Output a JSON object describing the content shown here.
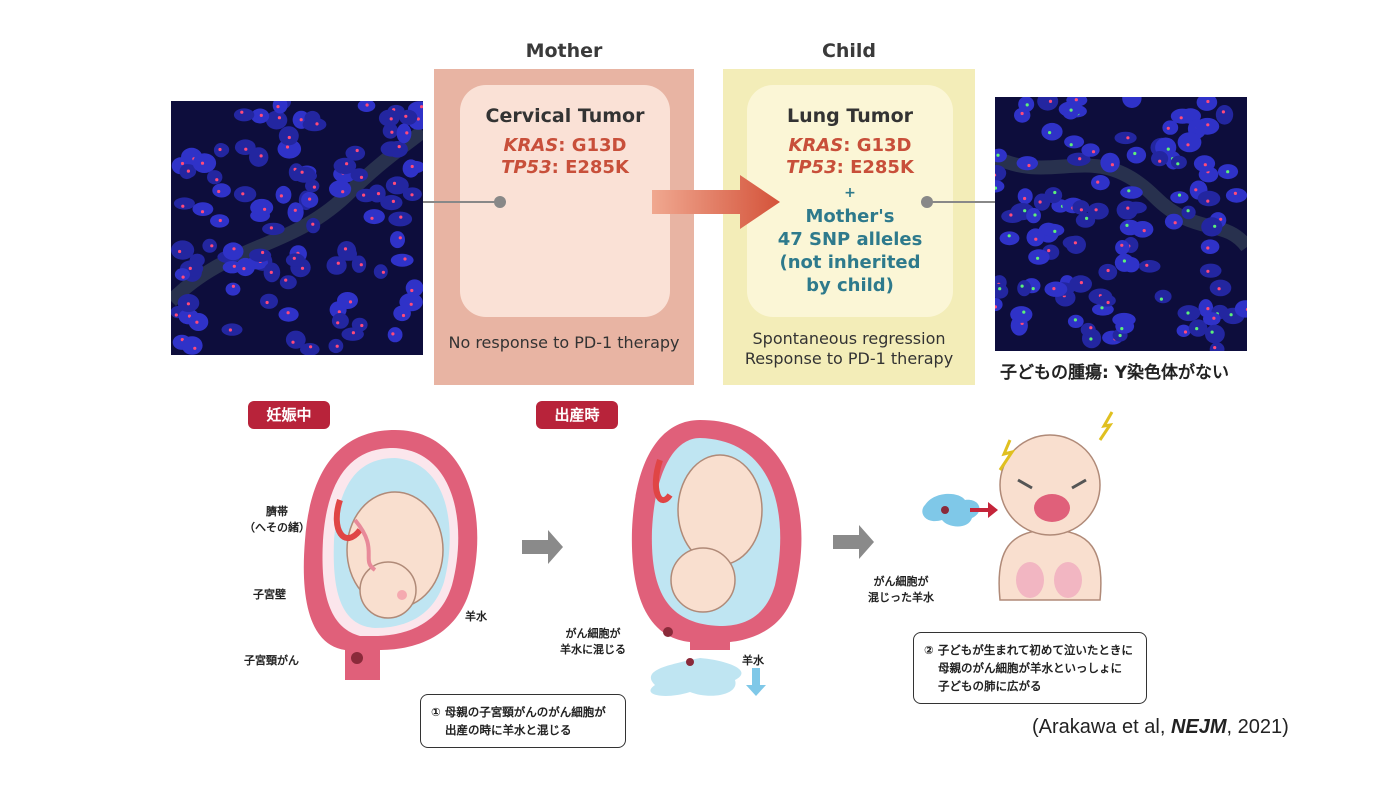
{
  "headers": {
    "mother": "Mother",
    "child": "Child"
  },
  "mother_panel": {
    "title": "Cervical Tumor",
    "mutations": [
      {
        "gene": "KRAS",
        "variant": "G13D"
      },
      {
        "gene": "TP53",
        "variant": "E285K"
      }
    ],
    "note": "No response to PD-1 therapy"
  },
  "child_panel": {
    "title": "Lung Tumor",
    "mutations": [
      {
        "gene": "KRAS",
        "variant": "G13D"
      },
      {
        "gene": "TP53",
        "variant": "E285K"
      }
    ],
    "plus": "+",
    "extra_lines": [
      "Mother's",
      "47 SNP alleles",
      "(not inherited",
      "by child)"
    ],
    "note_lines": [
      "Spontaneous regression",
      "Response to PD-1 therapy"
    ]
  },
  "micro_caption": "子どもの腫瘍: Y染色体がない",
  "stages": {
    "pregnancy": "妊娠中",
    "birth": "出産時"
  },
  "labels": {
    "umbilical_cord": [
      "臍帯",
      "（へその緒）"
    ],
    "uterine_wall": "子宮壁",
    "amniotic_fluid": "羊水",
    "cervical_cancer": "子宮頸がん",
    "cells_mix": [
      "がん細胞が",
      "羊水に混じる"
    ],
    "amniotic_fluid_2": "羊水",
    "cells_mixed_fluid": [
      "がん細胞が",
      "混じった羊水"
    ]
  },
  "callouts": {
    "step1": [
      "① 母親の子宮頸がんのがん細胞が",
      "出産の時に羊水と混じる"
    ],
    "step2": [
      "② 子どもが生まれて初めて泣いたときに",
      "母親のがん細胞が羊水といっしょに",
      "子どもの肺に広がる"
    ]
  },
  "citation": {
    "prefix": "(Arakawa et al, ",
    "journal": "NEJM",
    "suffix": ", 2021)"
  },
  "colors": {
    "mother_outer": "#e8b4a3",
    "mother_inner": "#fae1d6",
    "child_outer": "#f3edb8",
    "child_inner": "#fbf6d6",
    "accent_red": "#b8233a",
    "mutation_red": "#c84f3a",
    "extra_teal": "#2e7a8c"
  }
}
